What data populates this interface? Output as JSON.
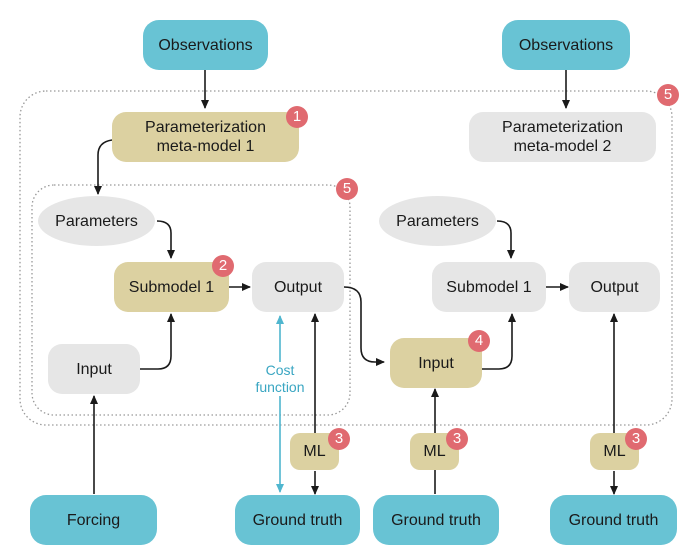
{
  "nodes": {
    "observations_1": "Observations",
    "observations_2": "Observations",
    "param_meta_1": "Parameterization meta-model 1",
    "param_meta_2": "Parameterization meta-model 2",
    "parameters_1": "Parameters",
    "parameters_2": "Parameters",
    "submodel_1a": "Submodel 1",
    "submodel_1b": "Submodel 1",
    "output_1": "Output",
    "output_2": "Output",
    "input_1": "Input",
    "input_2": "Input",
    "ml_1": "ML",
    "ml_2": "ML",
    "ml_3": "ML",
    "forcing": "Forcing",
    "ground_truth_1": "Ground truth",
    "ground_truth_2": "Ground truth",
    "ground_truth_3": "Ground truth"
  },
  "cost_function": "Cost function",
  "badges": {
    "param_meta_1": "1",
    "submodel_1a": "2",
    "ml_1": "3",
    "ml_2": "3",
    "ml_3": "3",
    "input_2": "4",
    "outer_group": "5",
    "inner_group": "5"
  },
  "colors": {
    "observation_blue": "#68c3d4",
    "learned_tan": "#dcd1a1",
    "static_gray": "#e6e6e6",
    "badge_red": "#e06a70",
    "cost_cyan": "#3aa6c2"
  }
}
